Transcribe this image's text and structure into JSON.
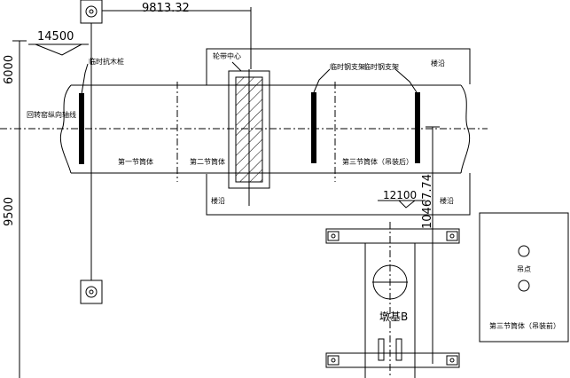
{
  "dimensions": {
    "top_span": "9813.32",
    "left_offset": "14500",
    "upper_height": "6000",
    "lower_height": "9500",
    "mid_span": "12100",
    "vertical_span": "10467.74"
  },
  "labels": {
    "temp_anchor": "临时抗木桩",
    "rotary_axis": "回转窑纵向轴线",
    "wheel_center": "轮带中心",
    "support_1": "临时钢支架",
    "support_2": "临时钢支架",
    "shell_1": "第一节筒体",
    "shell_2": "第二节筒体",
    "shell_3": "第三节筒体（吊装后）",
    "floor_top": "楼沿",
    "floor_bottom_left": "楼沿",
    "floor_bottom_right": "楼沿",
    "pier_b": "墩基B",
    "lift_point": "吊点",
    "shell_3_pre": "第三节筒体（吊装前）"
  }
}
